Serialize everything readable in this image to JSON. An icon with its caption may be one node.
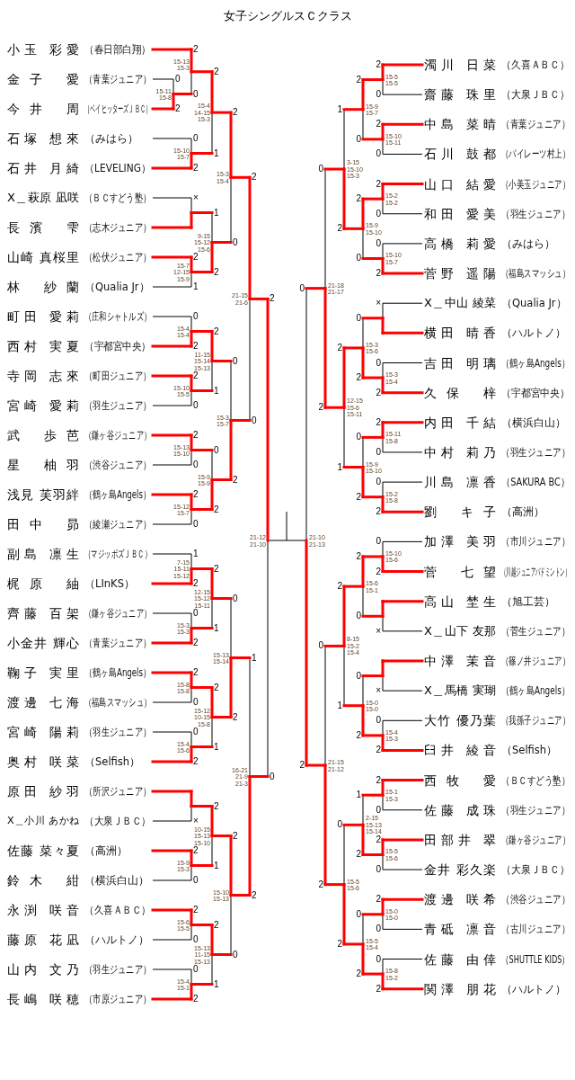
{
  "diagram": {
    "title": "女子シングルスＣクラス",
    "nodes": [
      {
        "text": [
          "小玉 彩愛",
          "（春日部白翔）"
        ]
      },
      {
        "text": [
          "金子 愛",
          "（青葉ジュニア）"
        ]
      },
      {
        "text": [
          "今井 周",
          "（ベイヒッターズＪＢＣ）"
        ]
      },
      {
        "text": [
          "石塚 想來",
          "（みはら）"
        ]
      },
      {
        "text": [
          "石井 月綺",
          "（LEVELING）"
        ]
      },
      {
        "text": [
          "X＿萩原 凪咲",
          "（ＢＣすどう塾）"
        ]
      },
      {
        "text": [
          "長濱 雫",
          "（志木ジュニア）"
        ]
      },
      {
        "text": [
          "山崎 真桜里",
          "（松伏ジュニア）"
        ]
      },
      {
        "text": [
          "林 紗蘭",
          "（Qualia Jr）"
        ]
      },
      {
        "text": [
          "町田 愛莉",
          "（庄和シャトルズ）"
        ]
      },
      {
        "text": [
          "西村 実夏",
          "（宇都宮中央）"
        ]
      },
      {
        "text": [
          "寺岡 志來",
          "（町田ジュニア）"
        ]
      },
      {
        "text": [
          "宮崎 愛莉",
          "（羽生ジュニア）"
        ]
      },
      {
        "text": [
          "武 歩芭",
          "（鎌ヶ谷ジュニア）"
        ]
      },
      {
        "text": [
          "星 柚羽",
          "（渋谷ジュニア）"
        ]
      },
      {
        "text": [
          "浅見 芙羽絆",
          "（鶴ヶ島Angels）"
        ]
      },
      {
        "text": [
          "田中 昴",
          "（綾瀬ジュニア）"
        ]
      },
      {
        "text": [
          "副島 凛生",
          "（マジッポズＪＢＣ）"
        ]
      },
      {
        "text": [
          "梶原 紬",
          "（LInKS）"
        ]
      },
      {
        "text": [
          "齊藤 百架",
          "（鎌ヶ谷ジュニア）"
        ]
      },
      {
        "text": [
          "小金井 輝心",
          "（青葉ジュニア）"
        ]
      },
      {
        "text": [
          "鞠子 実里",
          "（鶴ヶ島Angels）"
        ]
      },
      {
        "text": [
          "渡邊 七海",
          "（福島スマッシュ）"
        ]
      },
      {
        "text": [
          "宮崎 陽莉",
          "（羽生ジュニア）"
        ]
      },
      {
        "text": [
          "奥村 咲菜",
          "（Selfish）"
        ]
      },
      {
        "text": [
          "原田 紗羽",
          "（所沢ジュニア）"
        ]
      },
      {
        "text": [
          "X＿小川 あかね",
          "（大泉ＪＢＣ）"
        ]
      },
      {
        "text": [
          "佐藤 菜々夏",
          "（高洲）"
        ]
      },
      {
        "text": [
          "鈴木 紺",
          "（横浜白山）"
        ]
      },
      {
        "text": [
          "永渕 咲音",
          "（久喜ＡＢＣ）"
        ]
      },
      {
        "text": [
          "藤原 花凪",
          "（ハルトノ）"
        ]
      },
      {
        "text": [
          "山内 文乃",
          "（羽生ジュニア）"
        ]
      },
      {
        "text": [
          "長嶋 咲穂",
          "（市原ジュニア）"
        ]
      },
      {
        "text": [
          "濁川 日菜",
          "（久喜ＡＢＣ）"
        ]
      },
      {
        "text": [
          "齋藤 珠里",
          "（大泉ＪＢＣ）"
        ]
      },
      {
        "text": [
          "中島 菜晴",
          "（青葉ジュニア）"
        ]
      },
      {
        "text": [
          "石川 鼓都",
          "（パイレーツ村上）"
        ]
      },
      {
        "text": [
          "山口 結愛",
          "（小美玉ジュニア）"
        ]
      },
      {
        "text": [
          "和田 愛美",
          "（羽生ジュニア）"
        ]
      },
      {
        "text": [
          "高橋 莉愛",
          "（みはら）"
        ]
      },
      {
        "text": [
          "菅野 遥陽",
          "（福島スマッシュ）"
        ]
      },
      {
        "text": [
          "X＿中山 綾菜",
          "（Qualia Jr）"
        ]
      },
      {
        "text": [
          "横田 晴香",
          "（ハルトノ）"
        ]
      },
      {
        "text": [
          "吉田 明璃",
          "（鶴ヶ島Angels）"
        ]
      },
      {
        "text": [
          "久保 梓",
          "（宇都宮中央）"
        ]
      },
      {
        "text": [
          "内田 千結",
          "（横浜白山）"
        ]
      },
      {
        "text": [
          "中村 莉乃",
          "（羽生ジュニア）"
        ]
      },
      {
        "text": [
          "川島 凛香",
          "（SAKURA BC）"
        ]
      },
      {
        "text": [
          "劉 キ子",
          "（高洲）"
        ]
      },
      {
        "text": [
          "加澤 美羽",
          "（市川ジュニア）"
        ]
      },
      {
        "text": [
          "菅 七望",
          "（川越ジュニアバドミントン）"
        ]
      },
      {
        "text": [
          "高山 埜生",
          "（旭工芸）"
        ]
      },
      {
        "text": [
          "X＿山下 友那",
          "（菅生ジュニア）"
        ]
      },
      {
        "text": [
          "中澤 茉音",
          "（篠ノ井ジュニア）"
        ]
      },
      {
        "text": [
          "X＿馬橋 実瑚",
          "（鶴ヶ島Angels）"
        ]
      },
      {
        "text": [
          "大竹 優乃葉",
          "（我孫子ジュニア）"
        ]
      },
      {
        "text": [
          "臼井 綾音",
          "（Selfish）"
        ]
      },
      {
        "text": [
          "西牧 愛",
          "（ＢＣすどう塾）"
        ]
      },
      {
        "text": [
          "佐藤 成珠",
          "（羽生ジュニア）"
        ]
      },
      {
        "text": [
          "田部井 翠",
          "（鎌ヶ谷ジュニア）"
        ]
      },
      {
        "text": [
          "金井 彩久楽",
          "（大泉ＪＢＣ）"
        ]
      },
      {
        "text": [
          "渡邊 咲希",
          "（渋谷ジュニア）"
        ]
      },
      {
        "text": [
          "青砥 凛音",
          "（古川ジュニア）"
        ]
      },
      {
        "text": [
          "佐藤 由倖",
          "（SHUTTLE KIDS）"
        ]
      },
      {
        "text": [
          "関澤 朋花",
          "（ハルトノ）"
        ]
      }
    ],
    "labels": [
      "0",
      "2",
      "15-11 15-8",
      "2",
      "0",
      "15-13 15-3",
      "0",
      "2",
      "15-10 15-7",
      "2",
      "1",
      "15-4 14-15 15-3",
      "×",
      "2",
      "1",
      "15-7 12-15 15-9",
      "1",
      "2",
      "9-15 15-12 15-6",
      "2",
      "0",
      "15-3 15-4",
      "0",
      "2",
      "15-4 15-4",
      "2",
      "0",
      "15-10 15-5",
      "2",
      "1",
      "11-15 15-14 15-13",
      "2",
      "0",
      "15-13 15-10",
      "2",
      "0",
      "15-12 15-7",
      "0",
      "2",
      "15-9 15-9",
      "0",
      "2",
      "15-3 15-7",
      "2",
      "0",
      "21-15 21-6",
      "1",
      "2",
      "7-15 15-11 15-12",
      "0",
      "2",
      "15-3 15-3",
      "2",
      "1",
      "12-15 15-12 15-11",
      "2",
      "0",
      "15-8 15-8",
      "0",
      "2",
      "15-4 15-6",
      "2",
      "1",
      "15-12 10-15 15-8",
      "0",
      "2",
      "15-13 15-14",
      "×",
      "2",
      "0",
      "15-9 15-3",
      "2",
      "1",
      "10-15 15-13 15-10",
      "2",
      "0",
      "15-6 15-5",
      "0",
      "2",
      "15-4 15-1",
      "2",
      "1",
      "15-13 11-15 15-13",
      "2",
      "0",
      "15-10 15-13",
      "1",
      "2",
      "16-21 21-9 21-3",
      "2",
      "0",
      "21-12 21-10",
      "2",
      "0",
      "15-5 15-5",
      "2",
      "0",
      "15-10 15-11",
      "2",
      "0",
      "15-9 15-7",
      "2",
      "0",
      "15-2 15-2",
      "0",
      "2",
      "15-10 15-7",
      "2",
      "0",
      "15-9 15-10",
      "1",
      "2",
      "3-15 15-10 15-3",
      "×",
      "0",
      "2",
      "15-3 15-4",
      "0",
      "2",
      "15-3 15-6",
      "2",
      "0",
      "15-11 15-8",
      "0",
      "2",
      "15-2 15-8",
      "0",
      "2",
      "15-9 15-10",
      "2",
      "1",
      "12-15 15-6 15-11",
      "0",
      "2",
      "21-18 21-17",
      "0",
      "2",
      "15-10 15-6",
      "×",
      "2",
      "0",
      "15-6 15-1",
      "×",
      "0",
      "2",
      "15-4 15-3",
      "0",
      "2",
      "15-0 15-0",
      "2",
      "1",
      "8-15 15-2 15-4",
      "2",
      "0",
      "15-1 15-3",
      "2",
      "0",
      "15-5 15-6",
      "1",
      "2",
      "2-15 15-13 15-14",
      "2",
      "0",
      "15-0 15-0",
      "0",
      "2",
      "15-8 15-2",
      "0",
      "2",
      "15-5 15-4",
      "0",
      "2",
      "15-5 15-6",
      "0",
      "2",
      "21-15 21-12",
      "0",
      "2",
      "21-10 21-13"
    ]
  }
}
